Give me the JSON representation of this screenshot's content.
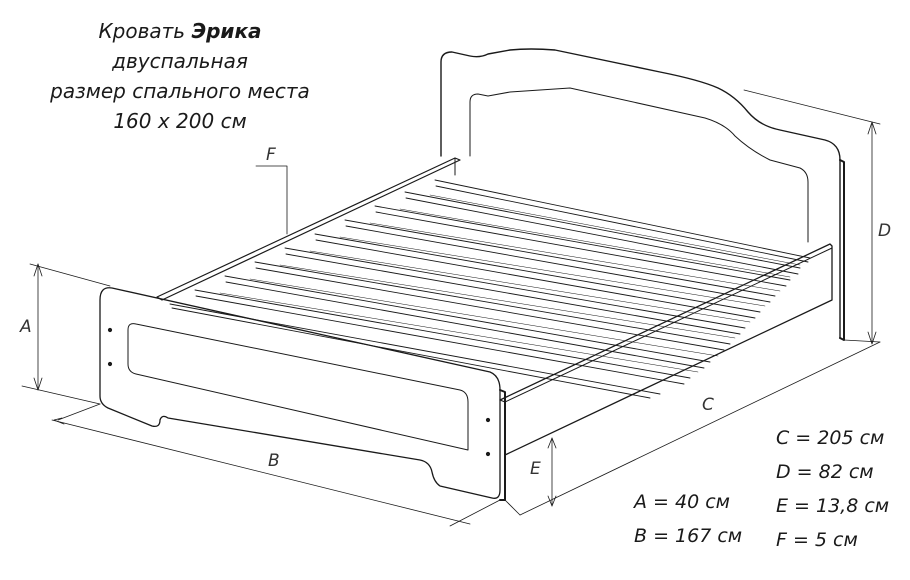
{
  "title": {
    "line1_prefix": "Кровать ",
    "line1_name": "Эрика",
    "line2": "двуспальная",
    "line3": "размер спального места",
    "line4": "160 x 200 см"
  },
  "dimension_labels": {
    "A": "A",
    "B": "B",
    "C": "C",
    "D": "D",
    "E": "E",
    "F": "F"
  },
  "legend": {
    "left": [
      "A = 40 см",
      "B = 167 см"
    ],
    "right": [
      "C = 205 см",
      "D = 82 см",
      "E = 13,8 см",
      "F = 5 см"
    ]
  },
  "dimensions": {
    "A": {
      "value": 40,
      "unit": "см"
    },
    "B": {
      "value": 167,
      "unit": "см"
    },
    "C": {
      "value": 205,
      "unit": "см"
    },
    "D": {
      "value": 82,
      "unit": "см"
    },
    "E": {
      "value": 13.8,
      "unit": "см"
    },
    "F": {
      "value": 5,
      "unit": "см"
    }
  },
  "colors": {
    "line": "#1a1a1a",
    "background": "#ffffff"
  }
}
